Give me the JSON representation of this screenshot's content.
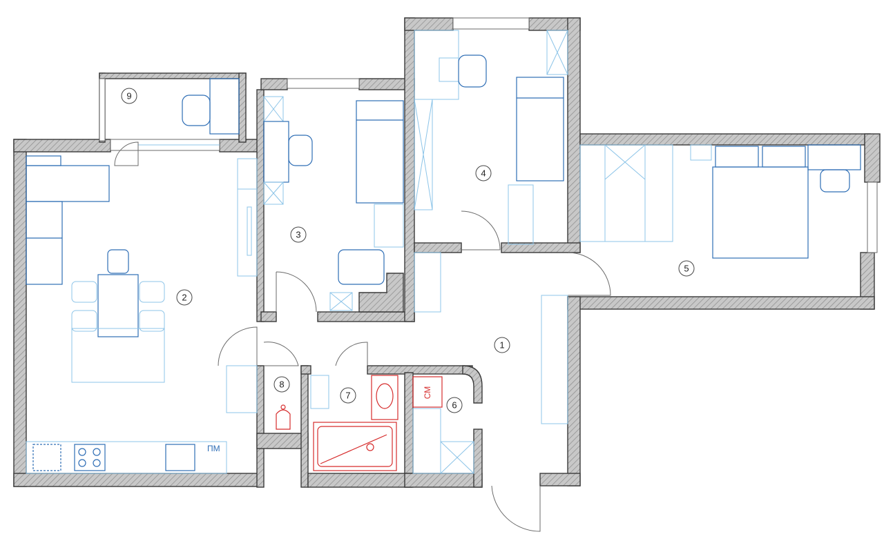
{
  "rooms": [
    {
      "number": "1"
    },
    {
      "number": "2"
    },
    {
      "number": "3"
    },
    {
      "number": "4"
    },
    {
      "number": "5"
    },
    {
      "number": "6"
    },
    {
      "number": "7"
    },
    {
      "number": "8"
    },
    {
      "number": "9"
    }
  ],
  "labels": {
    "washing_machine": "СМ",
    "dishwasher": "ПМ"
  },
  "colors": {
    "wall_fill": "#c8c8c8",
    "wall_stroke": "#3a3a3a",
    "furniture": "#2d6db5",
    "furniture_light": "#8cc4e8",
    "plumbing": "#d62b2b"
  }
}
